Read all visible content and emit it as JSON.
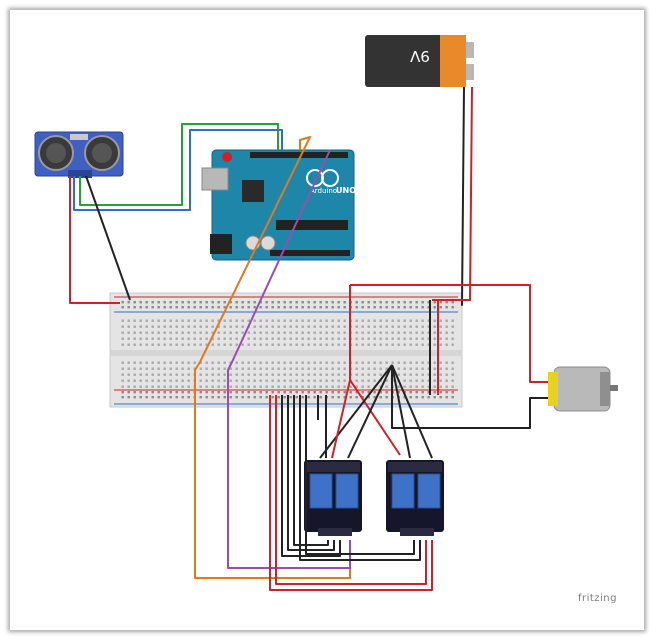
{
  "diagram": {
    "battery_label": "9V",
    "arduino_brand": "Arduino",
    "arduino_model": "UNO",
    "watermark": "fritzing"
  },
  "colors": {
    "wire_red": "#d0202a",
    "wire_black": "#222222",
    "wire_green": "#22a33a",
    "wire_blue": "#2c6fc7",
    "wire_orange": "#e07a1f",
    "wire_purple": "#9a4db0",
    "arduino_board": "#1e86a8",
    "relay_board": "#16162a",
    "relay_module": "#3d72c8",
    "sensor_board": "#3f5fc2",
    "battery_body": "#333333",
    "battery_cap": "#e88a2a",
    "motor_body": "#b9b9b9",
    "motor_cap": "#e8d21c"
  },
  "components": [
    {
      "id": "ultrasonic-sensor",
      "icon": "ultrasonic-sensor-icon"
    },
    {
      "id": "arduino-uno",
      "icon": "arduino-uno-icon"
    },
    {
      "id": "battery-9v",
      "icon": "battery-icon"
    },
    {
      "id": "breadboard",
      "icon": "breadboard-icon"
    },
    {
      "id": "relay-module-left",
      "icon": "relay-module-icon"
    },
    {
      "id": "relay-module-right",
      "icon": "relay-module-icon"
    },
    {
      "id": "dc-motor",
      "icon": "motor-icon"
    }
  ]
}
